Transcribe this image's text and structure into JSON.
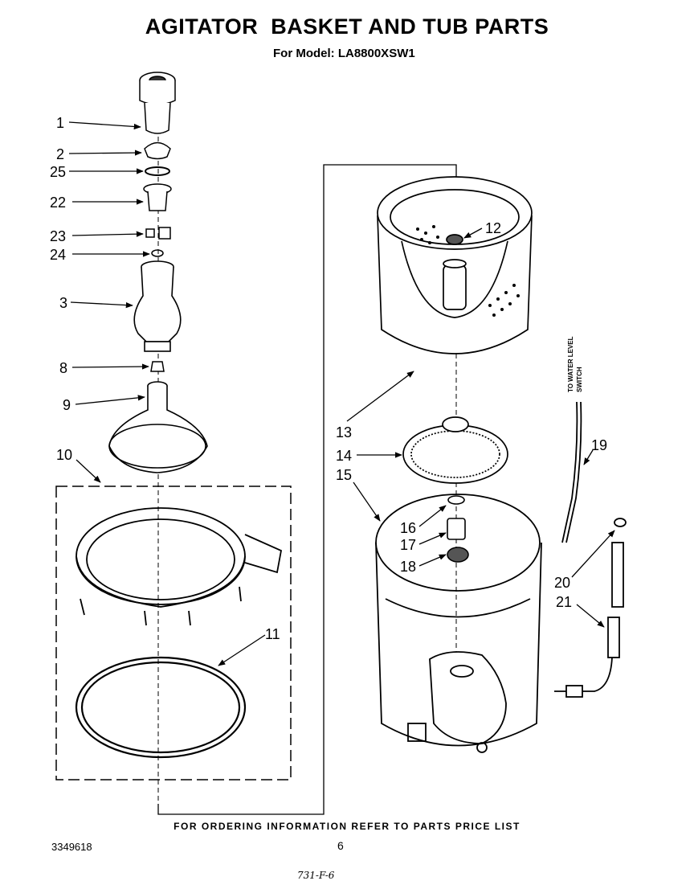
{
  "header": {
    "title": "AGITATOR  BASKET AND TUB PARTS",
    "model": "For Model: LA8800XSW1"
  },
  "side_note": {
    "line1": "TO WATER LEVEL",
    "line2": "SWITCH"
  },
  "callouts": {
    "c1": "1",
    "c2": "2",
    "c25": "25",
    "c22": "22",
    "c23": "23",
    "c24": "24",
    "c3": "3",
    "c8": "8",
    "c9": "9",
    "c10": "10",
    "c11": "11",
    "c12": "12",
    "c13": "13",
    "c14": "14",
    "c15": "15",
    "c16": "16",
    "c17": "17",
    "c18": "18",
    "c19": "19",
    "c20": "20",
    "c21": "21"
  },
  "footer": {
    "ordering_note": "FOR ORDERING INFORMATION REFER TO PARTS PRICE LIST",
    "doc_number": "3349618",
    "page": "6",
    "handwritten": "731-F-6"
  }
}
